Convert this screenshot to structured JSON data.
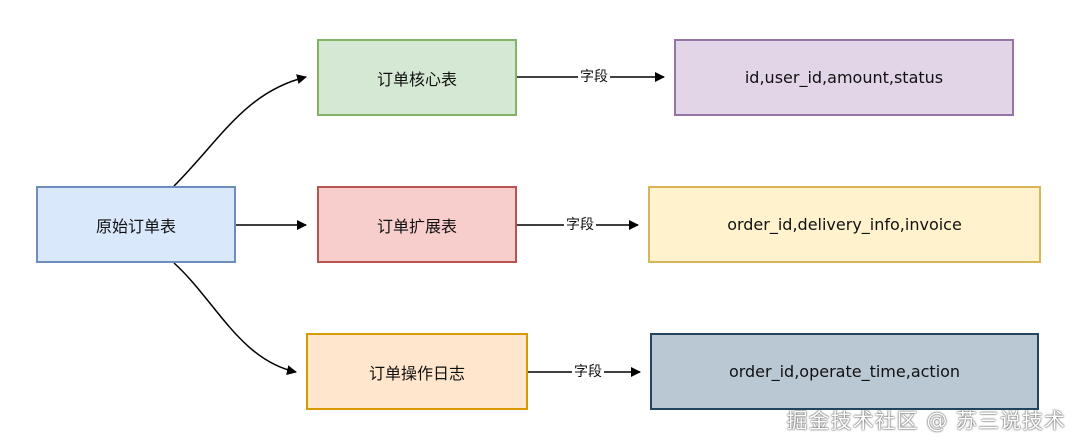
{
  "nodes": {
    "source": "原始订单表",
    "core": "订单核心表",
    "ext": "订单扩展表",
    "log": "订单操作日志",
    "core_fields": "id,user_id,amount,status",
    "ext_fields": "order_id,delivery_info,invoice",
    "log_fields": "order_id,operate_time,action"
  },
  "edge_labels": {
    "core": "字段",
    "ext": "字段",
    "log": "字段"
  },
  "watermark": "掘金技术社区 @ 苏三说技术",
  "colors": {
    "blue_fill": "#dae8fc",
    "blue_stroke": "#6c8ebf",
    "green_fill": "#d5e8d4",
    "green_stroke": "#82b366",
    "red_fill": "#f8cecc",
    "red_stroke": "#b85450",
    "orange_fill": "#ffe6cc",
    "orange_stroke": "#d79b00",
    "purple_fill": "#e1d5e7",
    "purple_stroke": "#9673a6",
    "yellow_fill": "#fff2cc",
    "yellow_stroke": "#d6b656",
    "slate_fill": "#bac8d3",
    "slate_stroke": "#23445d"
  }
}
